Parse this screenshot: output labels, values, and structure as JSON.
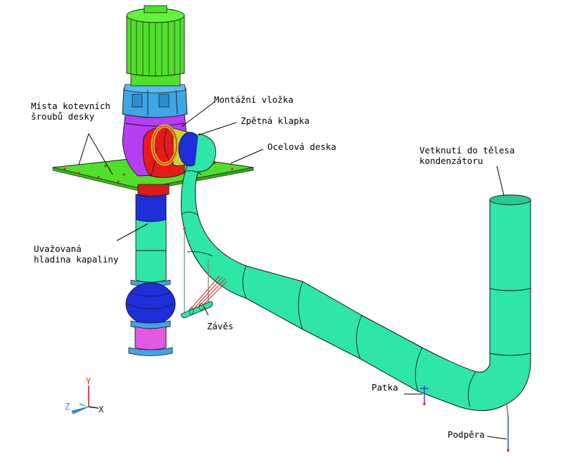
{
  "colors": {
    "pipe": "#2ee6a6",
    "pipe_shade": "#21c48d",
    "motor": "#4fe02a",
    "motor_top": "#62f23b",
    "coupling": "#3fa6e6",
    "casing": "#b43ef2",
    "elbow": "#e61a1a",
    "ring": "#f2a11f",
    "valve": "#c8d23a",
    "flange_blue": "#1f2edb",
    "bell": "#e25ae2",
    "plate": "#4fe02a",
    "rod": "#2b3bd6",
    "pin": "#e02020"
  },
  "labels": {
    "anchor_bolts": "Místa kotevních\nšroubů desky",
    "mounting_insert": "Montážní vložka",
    "check_valve": "Zpětná klapka",
    "steel_plate": "Ocelová deska",
    "clamping": "Vetknutí do tělesa\nkondenzátoru",
    "liquid_level": "Uvažovaná\nhladina kapaliny",
    "hanger": "Závěs",
    "foot": "Patka",
    "support": "Podpěra"
  },
  "axes": {
    "y": "Y",
    "z": "Z",
    "x": "X"
  }
}
